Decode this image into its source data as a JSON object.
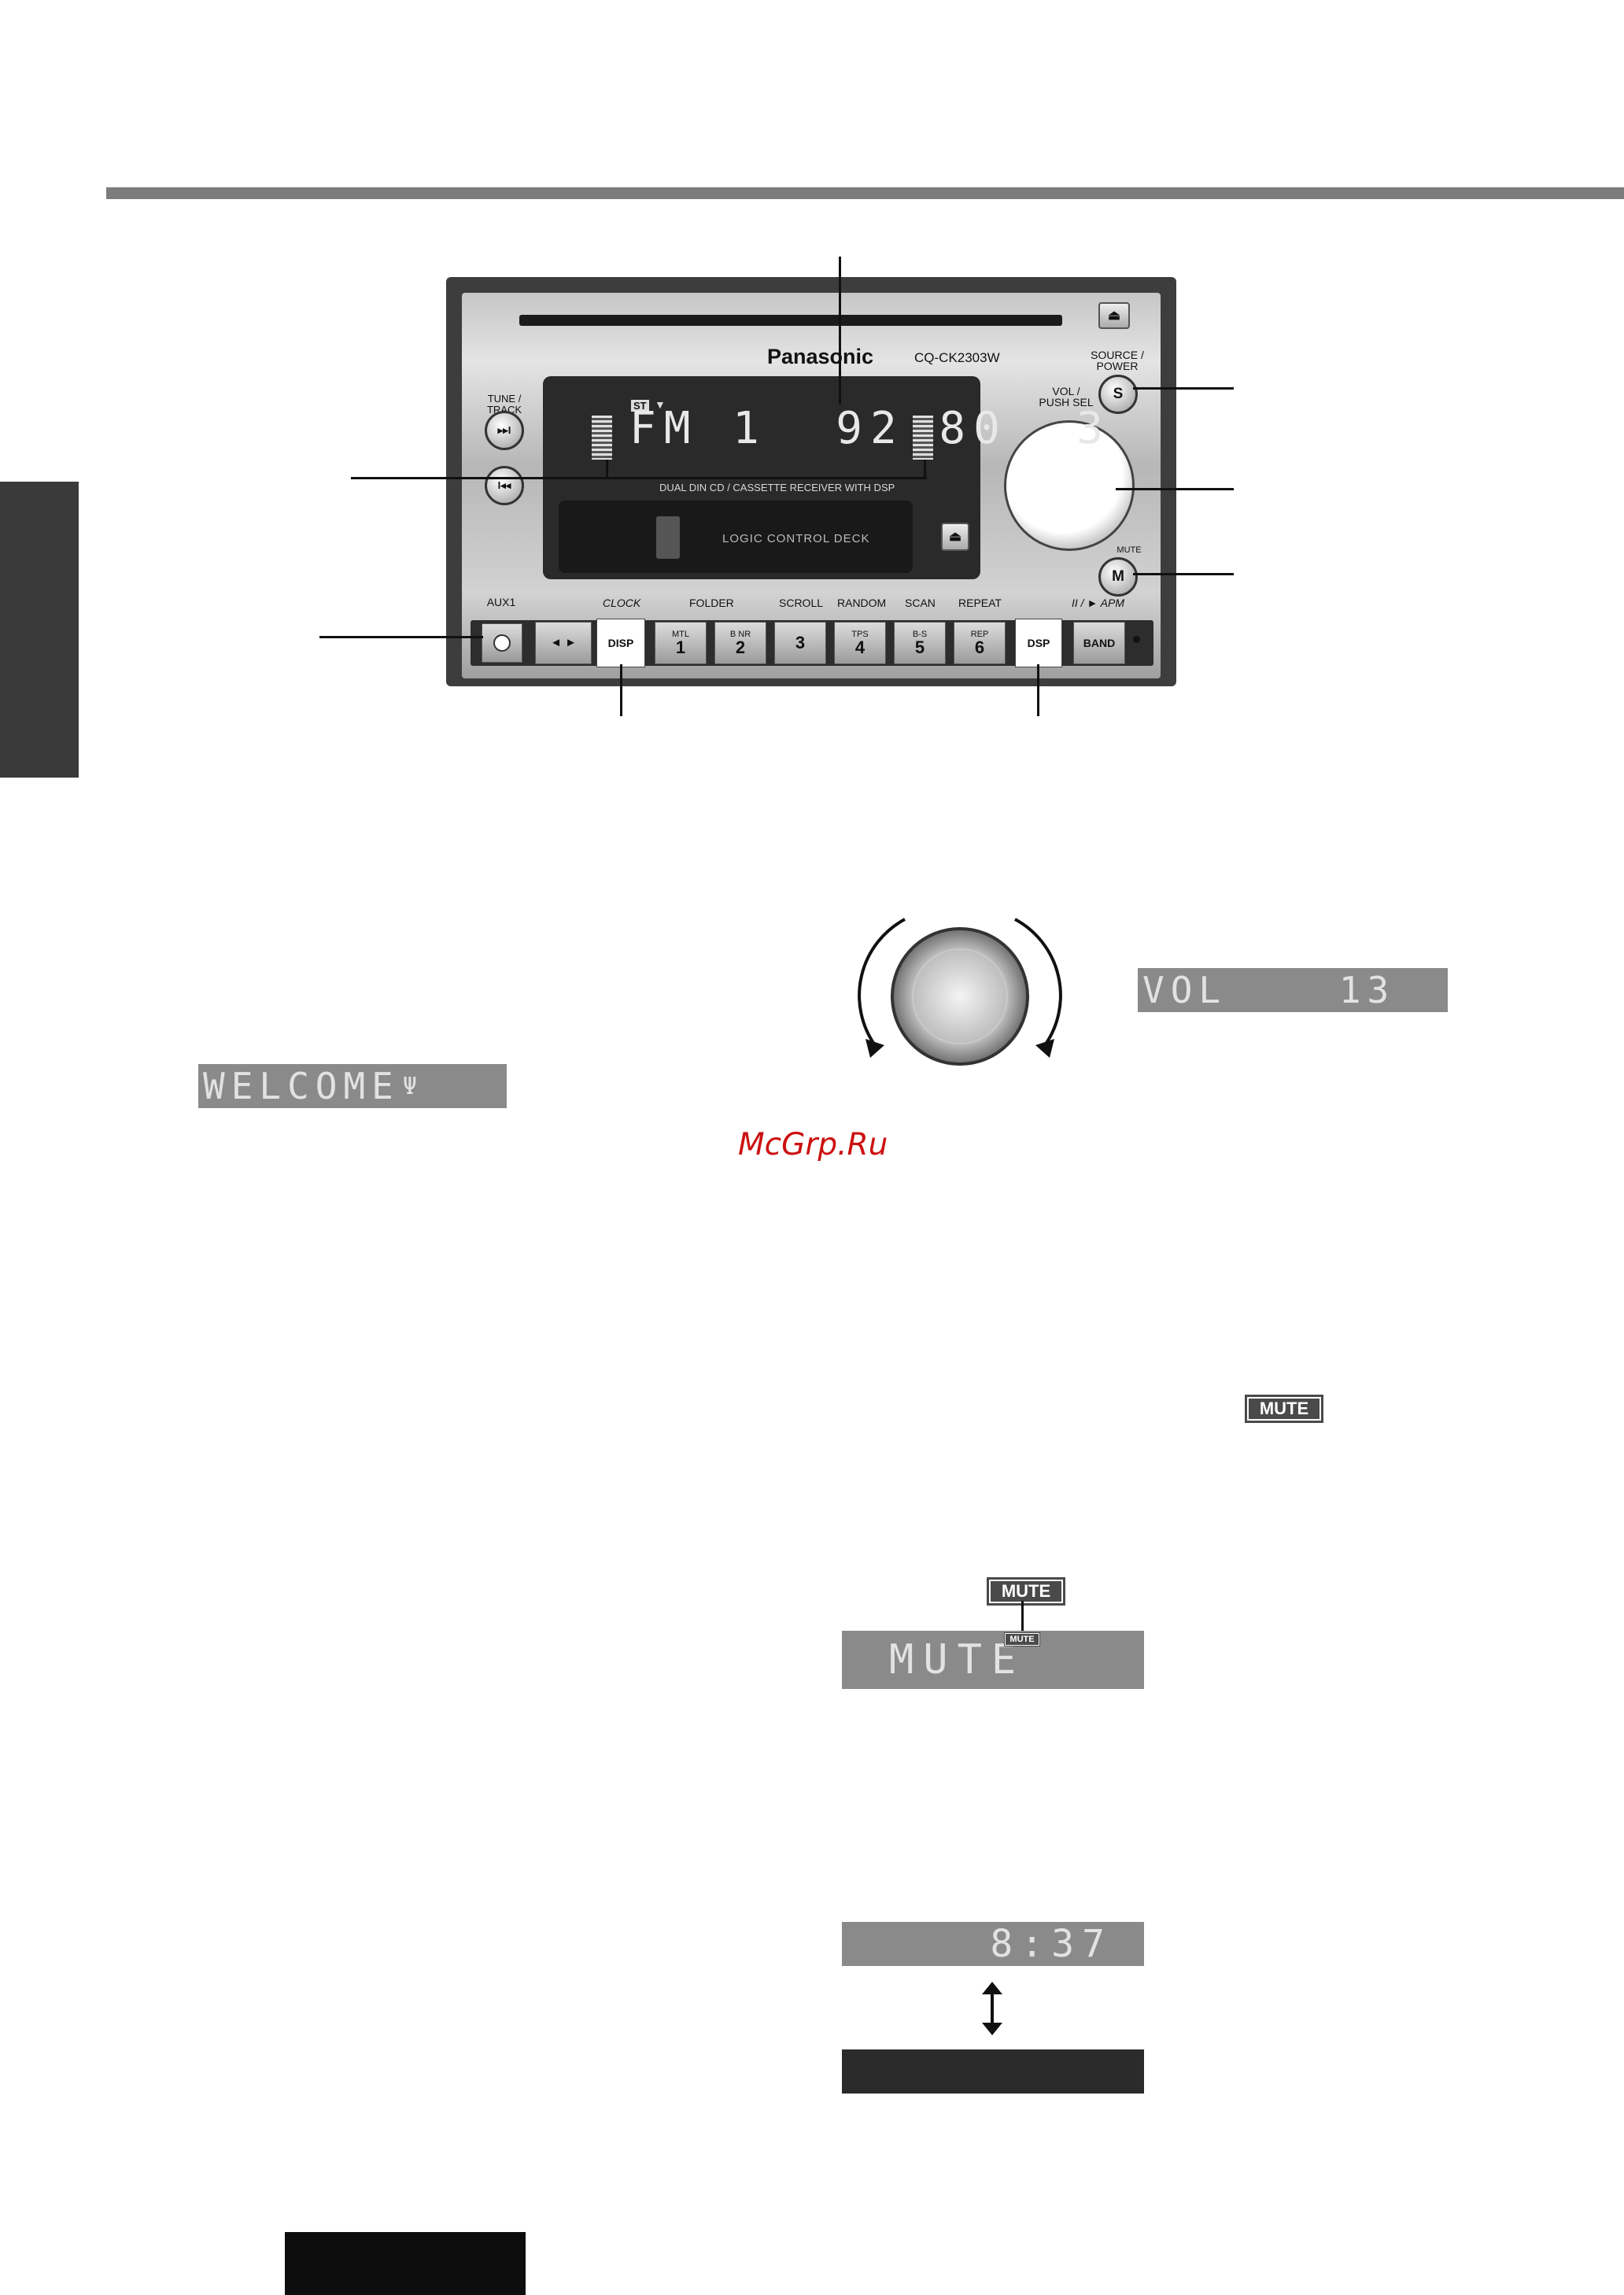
{
  "unit": {
    "brand": "Panasonic",
    "model": "CQ-CK2303W",
    "source_power_label": "SOURCE /\nPOWER",
    "s_button": "S",
    "vol_label": "VOL /\nPUSH SEL",
    "tune_track_label": "TUNE / TRACK",
    "mute_label": "MUTE",
    "m_button": "M",
    "lcd_st": "ST",
    "lcd_text": "FM 1  92.80  3",
    "lcd_subtitle": "DUAL DIN CD / CASSETTE RECEIVER WITH DSP",
    "deck_label": "LOGIC CONTROL DECK",
    "aux_label": "AUX1",
    "row_labels": {
      "clock": "CLOCK",
      "folder": "FOLDER",
      "scroll": "SCROLL",
      "random": "RANDOM",
      "scan": "SCAN",
      "repeat": "REPEAT",
      "apm": "II / ► APM"
    },
    "seek_key": "◄ ►",
    "disp_key": "DISP",
    "dsp_key": "DSP",
    "band_key": "BAND",
    "presets": [
      {
        "sub": "MTL",
        "num": "1"
      },
      {
        "sub": "B NR",
        "num": "2"
      },
      {
        "sub": "",
        "num": "3"
      },
      {
        "sub": "TPS",
        "num": "4"
      },
      {
        "sub": "B-S",
        "num": "5"
      },
      {
        "sub": "REP",
        "num": "6"
      }
    ]
  },
  "displays": {
    "welcome": "WELCOME",
    "volume": "VOL    13",
    "mute_indicator": "MUTE",
    "mute_display_badge": "MUTE",
    "mute_display_text": "MUTE",
    "mute_screen_badge": "MUTE",
    "clock": "8:37"
  },
  "watermark": "McGrp.Ru"
}
